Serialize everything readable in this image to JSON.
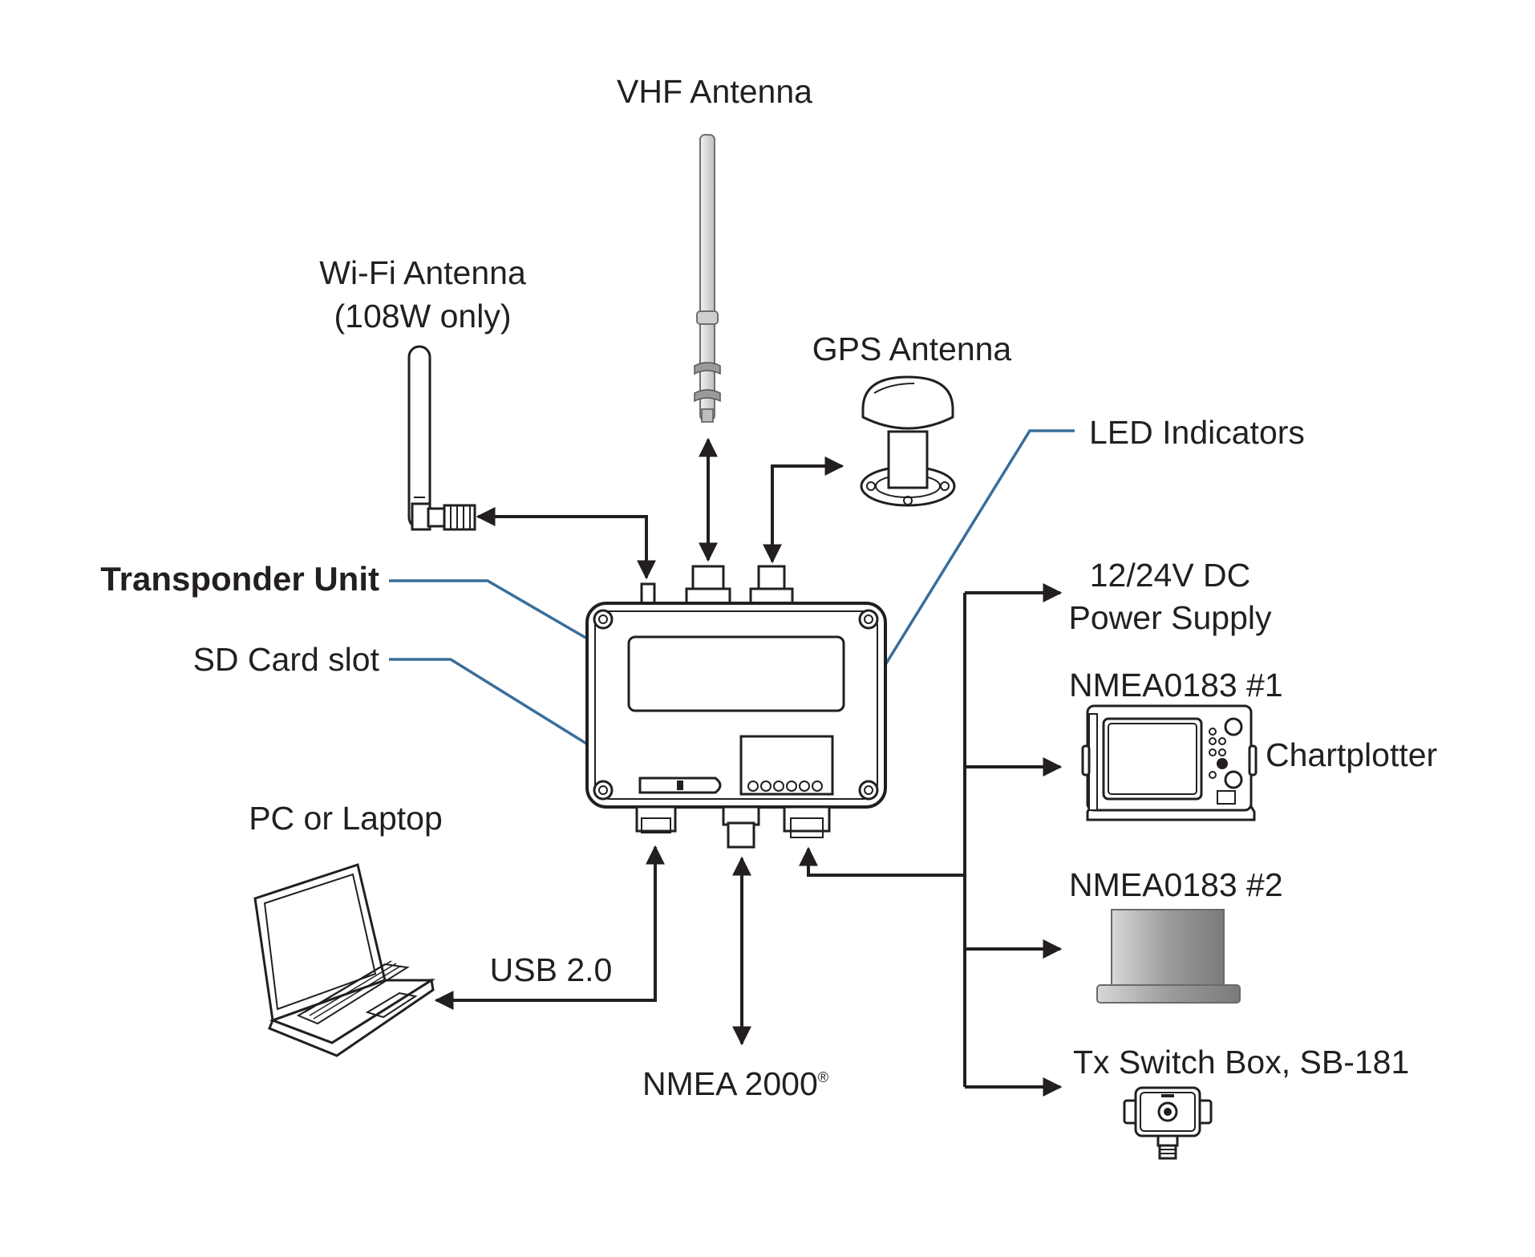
{
  "diagram": {
    "labels": {
      "vhf_antenna": "VHF Antenna",
      "wifi_antenna_line1": "Wi-Fi Antenna",
      "wifi_antenna_line2": "(108W only)",
      "gps_antenna": "GPS Antenna",
      "led_indicators": "LED Indicators",
      "transponder_unit": "Transponder Unit",
      "sd_card_slot": "SD Card slot",
      "pc_or_laptop": "PC or Laptop",
      "usb": "USB 2.0",
      "nmea2000": "NMEA 2000",
      "nmea2000_mark": "®",
      "power_line1": "12/24V DC",
      "power_line2": "Power Supply",
      "nmea0183_1": "NMEA0183 #1",
      "chartplotter": "Chartplotter",
      "nmea0183_2": "NMEA0183 #2",
      "tx_switch_box": "Tx Switch Box, SB-181"
    },
    "colors": {
      "line": "#231f20",
      "leader": "#3a6e9a",
      "device_gray": "#9a9a9a"
    }
  }
}
